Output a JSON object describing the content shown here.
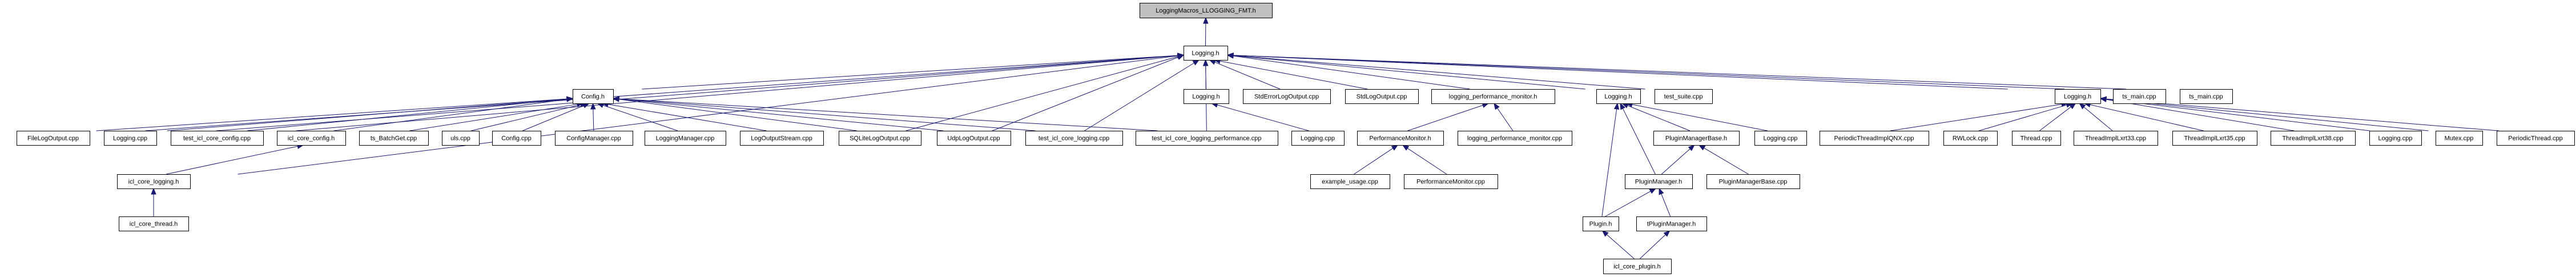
{
  "title": "LoggingMacros_LLOGGING_FMT.h include dependency graph",
  "colors": {
    "edge": "#191970",
    "root_fill": "#bfbfbf",
    "node_fill": "#ffffff",
    "node_border": "#000000"
  },
  "nodes": [
    {
      "id": "root",
      "label": "LoggingMacros_LLOGGING_FMT.h",
      "root": true
    },
    {
      "id": "logging_h",
      "label": "Logging.h"
    },
    {
      "id": "config_h",
      "label": "Config.h"
    },
    {
      "id": "filelogoutput_cpp",
      "label": "FileLogOutput.cpp"
    },
    {
      "id": "logging_cpp_a",
      "label": "Logging.cpp"
    },
    {
      "id": "test_icl_core_config_cpp",
      "label": "test_icl_core_config.cpp"
    },
    {
      "id": "icl_core_config_h",
      "label": "icl_core_config.h"
    },
    {
      "id": "ts_batchget_cpp",
      "label": "ts_BatchGet.cpp"
    },
    {
      "id": "uls_cpp",
      "label": "uls.cpp"
    },
    {
      "id": "config_cpp",
      "label": "Config.cpp"
    },
    {
      "id": "configmanager_cpp",
      "label": "ConfigManager.cpp"
    },
    {
      "id": "loggingmanager_cpp",
      "label": "LoggingManager.cpp"
    },
    {
      "id": "logoutputstream_cpp",
      "label": "LogOutputStream.cpp"
    },
    {
      "id": "sqlitelogoutput_cpp",
      "label": "SQLiteLogOutput.cpp"
    },
    {
      "id": "udplogoutput_cpp",
      "label": "UdpLogOutput.cpp"
    },
    {
      "id": "test_icl_core_logging_cpp",
      "label": "test_icl_core_logging.cpp"
    },
    {
      "id": "test_icl_core_logging_performance_cpp",
      "label": "test_icl_core_logging_performance.cpp"
    },
    {
      "id": "icl_core_logging_h",
      "label": "icl_core_logging.h"
    },
    {
      "id": "icl_core_thread_h",
      "label": "icl_core_thread.h"
    },
    {
      "id": "logging_h_b",
      "label": "Logging.h"
    },
    {
      "id": "stderrorlogoutput_cpp",
      "label": "StdErrorLogOutput.cpp"
    },
    {
      "id": "stdlogoutput_cpp",
      "label": "StdLogOutput.cpp"
    },
    {
      "id": "logging_performance_monitor_h",
      "label": "logging_performance_monitor.h"
    },
    {
      "id": "logging_cpp_b",
      "label": "Logging.cpp"
    },
    {
      "id": "performancemonitor_h",
      "label": "PerformanceMonitor.h"
    },
    {
      "id": "logging_performance_monitor_cpp",
      "label": "logging_performance_monitor.cpp"
    },
    {
      "id": "example_usage_cpp",
      "label": "example_usage.cpp"
    },
    {
      "id": "performancemonitor_cpp",
      "label": "PerformanceMonitor.cpp"
    },
    {
      "id": "logging_h_c",
      "label": "Logging.h"
    },
    {
      "id": "test_suite_cpp",
      "label": "test_suite.cpp"
    },
    {
      "id": "pluginmanagerbase_h",
      "label": "PluginManagerBase.h"
    },
    {
      "id": "logging_cpp_c",
      "label": "Logging.cpp"
    },
    {
      "id": "pluginmanager_h",
      "label": "PluginManager.h"
    },
    {
      "id": "pluginmanagerbase_cpp",
      "label": "PluginManagerBase.cpp"
    },
    {
      "id": "plugin_h",
      "label": "Plugin.h"
    },
    {
      "id": "tpluginmanager_h",
      "label": "tPluginManager.h"
    },
    {
      "id": "icl_core_plugin_h",
      "label": "icl_core_plugin.h"
    },
    {
      "id": "logging_h_d",
      "label": "Logging.h"
    },
    {
      "id": "ts_main_cpp_a",
      "label": "ts_main.cpp"
    },
    {
      "id": "ts_main_cpp_b",
      "label": "ts_main.cpp"
    },
    {
      "id": "periodicthreadimplqnx_cpp",
      "label": "PeriodicThreadImplQNX.cpp"
    },
    {
      "id": "rwlock_cpp",
      "label": "RWLock.cpp"
    },
    {
      "id": "thread_cpp",
      "label": "Thread.cpp"
    },
    {
      "id": "threadimpllxrt33_cpp",
      "label": "ThreadImplLxrt33.cpp"
    },
    {
      "id": "threadimpllxrt35_cpp",
      "label": "ThreadImplLxrt35.cpp"
    },
    {
      "id": "threadimpllxrt38_cpp",
      "label": "ThreadImplLxrt38.cpp"
    },
    {
      "id": "logging_cpp_d",
      "label": "Logging.cpp"
    },
    {
      "id": "mutex_cpp",
      "label": "Mutex.cpp"
    },
    {
      "id": "periodicthread_cpp",
      "label": "PeriodicThread.cpp"
    }
  ],
  "edges": [
    [
      "logging_h",
      "root"
    ],
    [
      "config_h",
      "logging_h"
    ],
    [
      "filelogoutput_cpp",
      "logging_h"
    ],
    [
      "logging_cpp_a",
      "logging_h"
    ],
    [
      "test_icl_core_config_cpp",
      "logging_h"
    ],
    [
      "icl_core_logging_h",
      "logging_h"
    ],
    [
      "sqlitelogoutput_cpp",
      "logging_h"
    ],
    [
      "udplogoutput_cpp",
      "logging_h"
    ],
    [
      "test_icl_core_logging_cpp",
      "logging_h"
    ],
    [
      "test_icl_core_logging_performance_cpp",
      "logging_h"
    ],
    [
      "logging_h_b",
      "logging_h"
    ],
    [
      "stderrorlogoutput_cpp",
      "logging_h"
    ],
    [
      "stdlogoutput_cpp",
      "logging_h"
    ],
    [
      "logging_performance_monitor_h",
      "logging_h"
    ],
    [
      "logging_h_c",
      "logging_h"
    ],
    [
      "test_suite_cpp",
      "logging_h"
    ],
    [
      "logging_h_d",
      "logging_h"
    ],
    [
      "ts_main_cpp_a",
      "logging_h"
    ],
    [
      "ts_main_cpp_b",
      "logging_h"
    ],
    [
      "filelogoutput_cpp",
      "config_h"
    ],
    [
      "logging_cpp_a",
      "config_h"
    ],
    [
      "test_icl_core_config_cpp",
      "config_h"
    ],
    [
      "icl_core_config_h",
      "config_h"
    ],
    [
      "ts_batchget_cpp",
      "config_h"
    ],
    [
      "uls_cpp",
      "config_h"
    ],
    [
      "config_cpp",
      "config_h"
    ],
    [
      "configmanager_cpp",
      "config_h"
    ],
    [
      "loggingmanager_cpp",
      "config_h"
    ],
    [
      "logoutputstream_cpp",
      "config_h"
    ],
    [
      "sqlitelogoutput_cpp",
      "config_h"
    ],
    [
      "udplogoutput_cpp",
      "config_h"
    ],
    [
      "test_icl_core_logging_cpp",
      "config_h"
    ],
    [
      "test_icl_core_logging_performance_cpp",
      "config_h"
    ],
    [
      "icl_core_logging_h",
      "icl_core_config_h"
    ],
    [
      "icl_core_thread_h",
      "icl_core_logging_h"
    ],
    [
      "logging_cpp_b",
      "logging_h_b"
    ],
    [
      "performancemonitor_h",
      "logging_performance_monitor_h"
    ],
    [
      "logging_performance_monitor_cpp",
      "logging_performance_monitor_h"
    ],
    [
      "example_usage_cpp",
      "performancemonitor_h"
    ],
    [
      "performancemonitor_cpp",
      "performancemonitor_h"
    ],
    [
      "plugin_h",
      "logging_h_c"
    ],
    [
      "pluginmanager_h",
      "logging_h_c"
    ],
    [
      "pluginmanagerbase_h",
      "logging_h_c"
    ],
    [
      "logging_cpp_c",
      "logging_h_c"
    ],
    [
      "pluginmanager_h",
      "pluginmanagerbase_h"
    ],
    [
      "pluginmanagerbase_cpp",
      "pluginmanagerbase_h"
    ],
    [
      "plugin_h",
      "pluginmanager_h"
    ],
    [
      "tpluginmanager_h",
      "pluginmanager_h"
    ],
    [
      "icl_core_plugin_h",
      "plugin_h"
    ],
    [
      "icl_core_plugin_h",
      "tpluginmanager_h"
    ],
    [
      "periodicthreadimplqnx_cpp",
      "logging_h_d"
    ],
    [
      "rwlock_cpp",
      "logging_h_d"
    ],
    [
      "thread_cpp",
      "logging_h_d"
    ],
    [
      "threadimpllxrt33_cpp",
      "logging_h_d"
    ],
    [
      "threadimpllxrt35_cpp",
      "logging_h_d"
    ],
    [
      "threadimpllxrt38_cpp",
      "logging_h_d"
    ],
    [
      "logging_cpp_d",
      "logging_h_d"
    ],
    [
      "mutex_cpp",
      "logging_h_d"
    ],
    [
      "periodicthread_cpp",
      "logging_h_d"
    ]
  ]
}
